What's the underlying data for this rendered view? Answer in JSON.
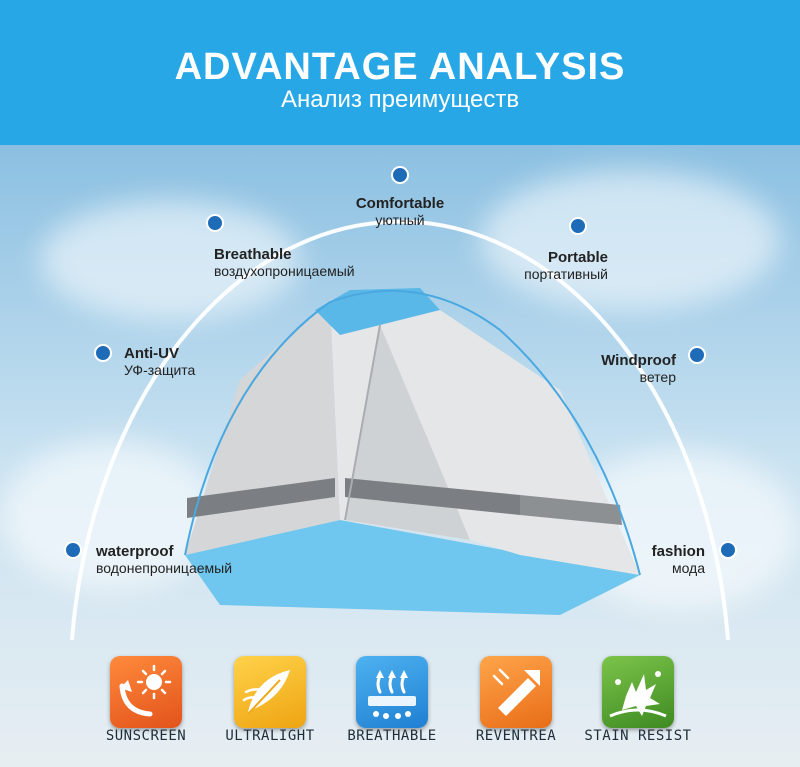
{
  "header": {
    "title": "ADVANTAGE ANALYSIS",
    "subtitle": "Анализ преимуществ"
  },
  "features": {
    "comfortable": {
      "en": "Comfortable",
      "ru": "уютный"
    },
    "breathable": {
      "en": "Breathable",
      "ru": "воздухопроницаемый"
    },
    "portable": {
      "en": "Portable",
      "ru": "портативный"
    },
    "anti_uv": {
      "en": "Anti-UV",
      "ru": "УФ-защита"
    },
    "windproof": {
      "en": "Windproof",
      "ru": "ветер"
    },
    "waterproof": {
      "en": "waterproof",
      "ru": "водонепроницаемый"
    },
    "fashion": {
      "en": "fashion",
      "ru": "мода"
    }
  },
  "icons": [
    {
      "label": "SUNSCREEN",
      "icon": "sun-icon",
      "color": "#ee5a1e"
    },
    {
      "label": "ULTRALIGHT",
      "icon": "feather-icon",
      "color": "#f4b21b"
    },
    {
      "label": "BREATHABLE",
      "icon": "airflow-icon",
      "color": "#2a8fe0"
    },
    {
      "label": "REVENTREA",
      "icon": "rain-shield-icon",
      "color": "#ee7a1e"
    },
    {
      "label": "STAIN RESIST",
      "icon": "splash-icon",
      "color": "#4a9a2c"
    }
  ],
  "colors": {
    "header": "#28a7e6",
    "dot": "#1e6bb8",
    "arc": "#ffffff"
  }
}
